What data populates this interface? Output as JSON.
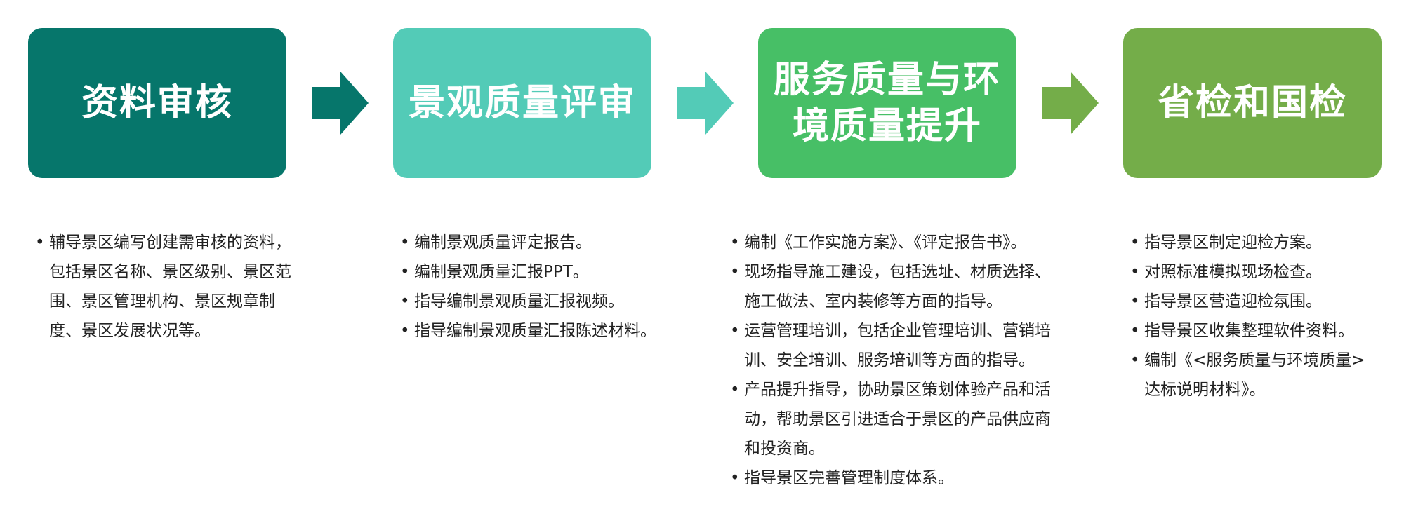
{
  "stages": [
    {
      "title": "资料审核",
      "color": "#06766b",
      "items": [
        "辅导景区编写创建需审核的资料，包括景区名称、景区级别、景区范围、景区管理机构、景区规章制度、景区发展状况等。"
      ]
    },
    {
      "title": "景观质量评审",
      "color": "#53cbb7",
      "items": [
        "编制景观质量评定报告。",
        "编制景观质量汇报PPT。",
        "指导编制景观质量汇报视频。",
        "指导编制景观质量汇报陈述材料。"
      ]
    },
    {
      "title": "服务质量与环\n境质量提升",
      "color": "#47bf66",
      "items": [
        "编制《工作实施方案》、《评定报告书》。",
        "现场指导施工建设，包括选址、材质选择、施工做法、室内装修等方面的指导。",
        "运营管理培训，包括企业管理培训、营销培训、安全培训、服务培训等方面的指导。",
        "产品提升指导，协助景区策划体验产品和活动，帮助景区引进适合于景区的产品供应商和投资商。",
        "指导景区完善管理制度体系。"
      ]
    },
    {
      "title": "省检和国检",
      "color": "#74ad49",
      "items": [
        "指导景区制定迎检方案。",
        "对照标准模拟现场检查。",
        "指导景区营造迎检氛围。",
        "指导景区收集整理软件资料。",
        "编制《<服务质量与环境质量>达标说明材料》。"
      ]
    }
  ],
  "arrows": [
    {
      "color": "#06766b"
    },
    {
      "color": "#53cbb7"
    },
    {
      "color": "#74ad49"
    }
  ],
  "bullet": "•"
}
